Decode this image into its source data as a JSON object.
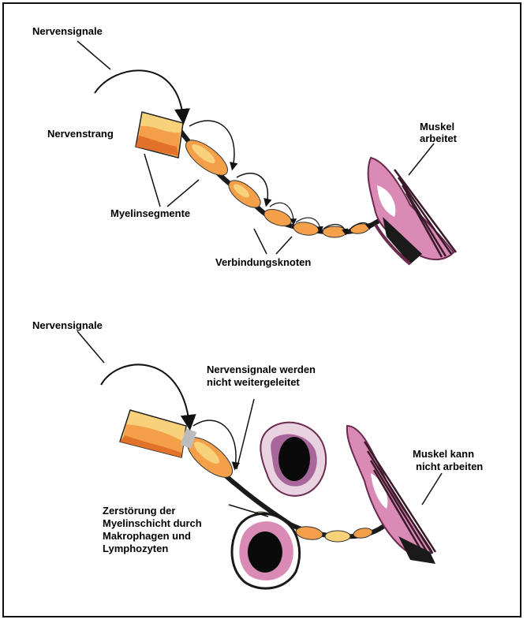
{
  "top_panel": {
    "label_signals": "Nervensignale",
    "label_strand": "Nervenstrang",
    "label_muscle_line1": "Muskel",
    "label_muscle_line2": "arbeitet",
    "label_myelin": "Myelinsegmente",
    "label_nodes": "Verbindungsknoten"
  },
  "bottom_panel": {
    "label_signals": "Nervensignale",
    "label_blocked_line1": "Nervensignale werden",
    "label_blocked_line2": "nicht weitergeleitet",
    "label_muscle_line1": "Muskel kann",
    "label_muscle_line2": "nicht arbeiten",
    "label_damage_line1": "Zerstörung der",
    "label_damage_line2": "Myelinschicht durch",
    "label_damage_line3": "Makrophagen und",
    "label_damage_line4": "Lymphozyten"
  },
  "colors": {
    "myelin_light": "#f7d27a",
    "myelin_orange": "#f4a04a",
    "myelin_dark": "#e2722a",
    "muscle_pink": "#d98bb5",
    "muscle_dark": "#6b2a4e",
    "cell_purple": "#a7679a",
    "line": "#111111"
  }
}
